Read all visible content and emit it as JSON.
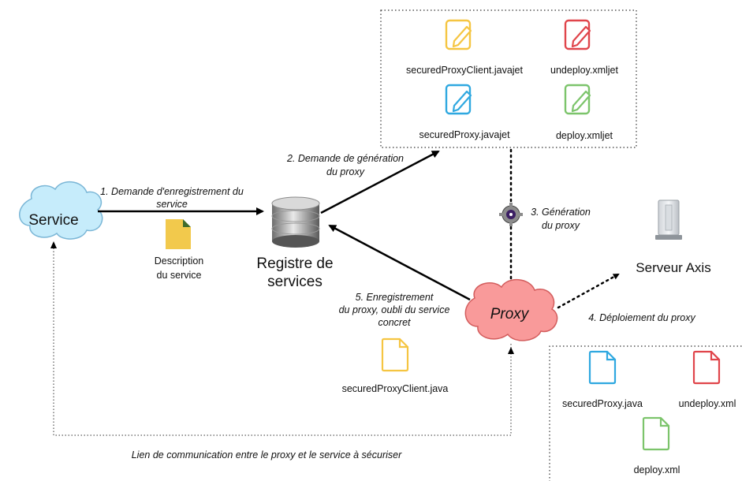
{
  "nodes": {
    "service": "Service",
    "registry_line1": "Registre de",
    "registry_line2": "services",
    "proxy": "Proxy",
    "server": "Serveur Axis"
  },
  "steps": {
    "step1_line1": "1. Demande d'enregistrement du",
    "step1_line2": "service",
    "step2_line1": "2. Demande de génération",
    "step2_line2": "du proxy",
    "step3_line1": "3. Génération",
    "step3_line2": "du proxy",
    "step4": "4. Déploiement du proxy",
    "step5_line1": "5. Enregistrement",
    "step5_line2": "du proxy, oubli du service",
    "step5_line3": "concret"
  },
  "service_description": {
    "line1": "Description",
    "line2": "du service"
  },
  "templates": [
    {
      "label": "securedProxyClient.javajet",
      "color": "#f5c542"
    },
    {
      "label": "undeploy.xmljet",
      "color": "#e0454b"
    },
    {
      "label": "securedProxy.javajet",
      "color": "#2fa8e0"
    },
    {
      "label": "deploy.xmljet",
      "color": "#7cc46b"
    }
  ],
  "generated_files": [
    {
      "label": "securedProxy.java",
      "color": "#2fa8e0"
    },
    {
      "label": "undeploy.xml",
      "color": "#e0454b"
    },
    {
      "label": "deploy.xml",
      "color": "#7cc46b"
    }
  ],
  "registered_file": {
    "label": "securedProxyClient.java",
    "color": "#f5c542"
  },
  "communication_link": "Lien de communication entre le proxy et le service à sécuriser",
  "colors": {
    "service_cloud": "#c6ecfb",
    "service_cloud_stroke": "#7ab6d6",
    "proxy_cloud": "#f99a9a",
    "proxy_cloud_stroke": "#d35d5d",
    "doc_yellow": "#f2c94c",
    "doc_green": "#3f6b2d"
  },
  "icons": [
    "cloud-icon",
    "database-icon",
    "document-icon",
    "pencil-document-icon",
    "file-icon",
    "server-icon",
    "gear-cog-icon"
  ]
}
